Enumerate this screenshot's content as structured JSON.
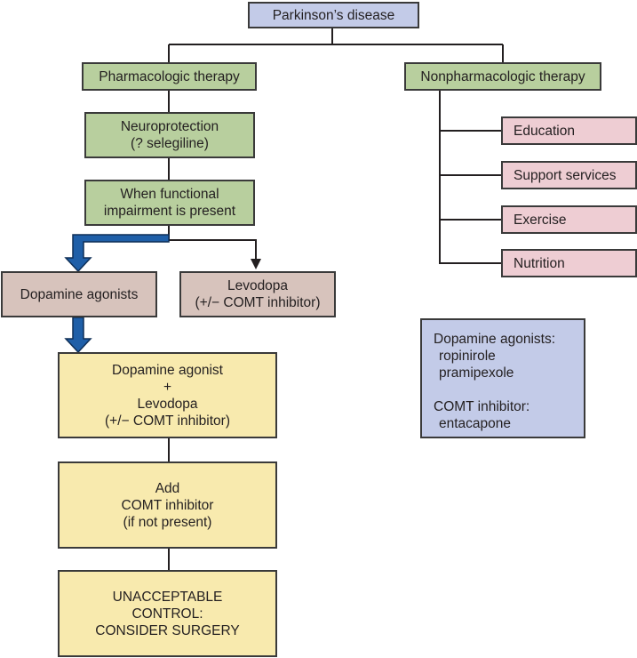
{
  "colors": {
    "root": "#c3cbe8",
    "therapy": "#b8cf9e",
    "agent": "#d7c3bc",
    "nonpharm_item": "#eecdd3",
    "escalation": "#f8eaae",
    "legend": "#c3cbe8",
    "blue_arrow": "#1f5fa8",
    "line": "#231f20"
  },
  "root": {
    "label": "Parkinson’s disease"
  },
  "pharmacologic": {
    "label": "Pharmacologic therapy",
    "neuroprotection": {
      "lines": [
        "Neuroprotection",
        "(? selegiline)"
      ]
    },
    "functional": {
      "lines": [
        "When functional",
        "impairment is present"
      ]
    },
    "dopamine_agonists": {
      "label": "Dopamine agonists"
    },
    "levodopa": {
      "lines": [
        "Levodopa",
        "(+/− COMT inhibitor)"
      ]
    },
    "combo": {
      "lines": [
        "Dopamine agonist",
        "+",
        "Levodopa",
        "(+/− COMT inhibitor)"
      ]
    },
    "add_comt": {
      "lines": [
        "Add",
        "COMT inhibitor",
        "(if not present)"
      ]
    },
    "surgery": {
      "lines": [
        "UNACCEPTABLE",
        "CONTROL:",
        "CONSIDER SURGERY"
      ]
    }
  },
  "nonpharmacologic": {
    "label": "Nonpharmacologic therapy",
    "items": [
      "Education",
      "Support services",
      "Exercise",
      "Nutrition"
    ]
  },
  "legend": {
    "groups": [
      {
        "title": "Dopamine agonists:",
        "items": [
          "ropinirole",
          "pramipexole"
        ]
      },
      {
        "title": "COMT inhibitor:",
        "items": [
          "entacapone"
        ]
      }
    ]
  }
}
